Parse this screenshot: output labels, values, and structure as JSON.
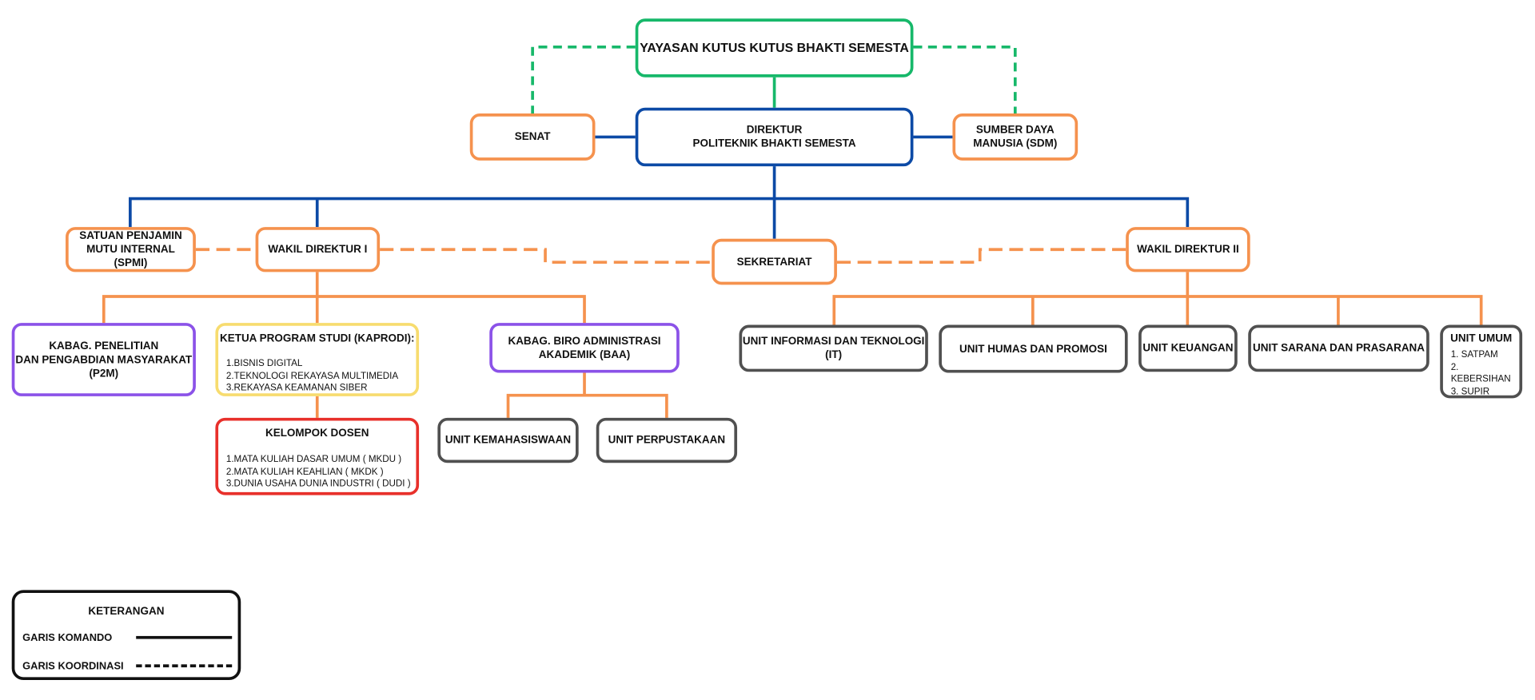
{
  "yayasan": "YAYASAN KUTUS KUTUS BHAKTI SEMESTA",
  "direktur": {
    "line1": "DIREKTUR",
    "line2": "POLITEKNIK BHAKTI SEMESTA"
  },
  "senat": "SENAT",
  "sdm": {
    "line1": "SUMBER DAYA",
    "line2": "MANUSIA (SDM)"
  },
  "spmi": {
    "line1": "SATUAN PENJAMIN",
    "line2": "MUTU INTERNAL (SPMI)"
  },
  "wadir1": "WAKIL DIREKTUR I",
  "sekretariat": "SEKRETARIAT",
  "wadir2": "WAKIL DIREKTUR II",
  "p2m": {
    "line1": "KABAG. PENELITIAN",
    "line2": "DAN PENGABDIAN MASYARAKAT",
    "line3": "(P2M)"
  },
  "kaprodi": {
    "title": "KETUA PROGRAM STUDI (KAPRODI):",
    "items": [
      "1.BISNIS DIGITAL",
      "2.TEKNOLOGI REKAYASA MULTIMEDIA",
      "3.REKAYASA KEAMANAN SIBER"
    ]
  },
  "baa": {
    "line1": "KABAG. BIRO ADMINISTRASI",
    "line2": "AKADEMIK (BAA)"
  },
  "kelompok_dosen": {
    "title": "KELOMPOK DOSEN",
    "items": [
      "1.MATA KULIAH DASAR UMUM ( MKDU )",
      "2.MATA KULIAH KEAHLIAN ( MKDK )",
      "3.DUNIA USAHA  DUNIA INDUSTRI ( DUDI )"
    ]
  },
  "kemahasiswaan": "UNIT KEMAHASISWAAN",
  "perpustakaan": "UNIT PERPUSTAKAAN",
  "unit_it": {
    "line1": "UNIT INFORMASI DAN TEKNOLOGI",
    "line2": "(IT)"
  },
  "humas": "UNIT HUMAS DAN PROMOSI",
  "keuangan": "UNIT KEUANGAN",
  "sarana": "UNIT SARANA DAN PRASARANA",
  "umum": {
    "title": "UNIT UMUM",
    "items": [
      "1. SATPAM",
      "2. KEBERSIHAN",
      "3. SUPIR"
    ]
  },
  "legend": {
    "title": "KETERANGAN",
    "komando": "GARIS KOMANDO",
    "koordinasi": "GARIS KOORDINASI"
  },
  "colors": {
    "green": "#17b86a",
    "blue": "#0c4aa6",
    "orange": "#f5924e",
    "purple": "#8b52e8",
    "yellow": "#f7dc6f",
    "red": "#e8302b",
    "gray": "#505050"
  }
}
